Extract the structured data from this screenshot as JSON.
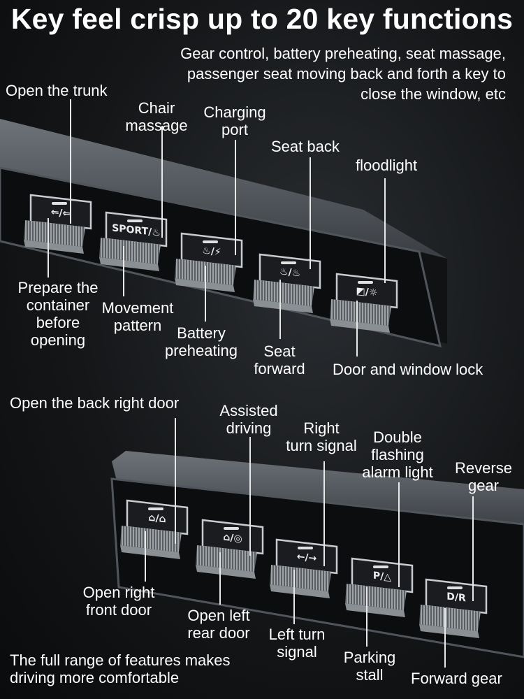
{
  "title": "Key feel crisp up to 20 key functions",
  "subtitle": [
    "Gear control, battery preheating, seat massage,",
    "passenger seat moving back and forth a key to",
    "close the window, etc"
  ],
  "top_labels": {
    "trunk": "Open the trunk",
    "chair_massage": [
      "Chair",
      "massage"
    ],
    "charging_port": [
      "Charging",
      "port"
    ],
    "seat_back": "Seat back",
    "floodlight": "floodlight",
    "prepare": [
      "Prepare the",
      "container",
      "before",
      "opening"
    ],
    "movement": [
      "Movement",
      "pattern"
    ],
    "battery": [
      "Battery",
      "preheating"
    ],
    "seat_forward": [
      "Seat",
      "forward"
    ],
    "door_window_lock": "Door and window lock"
  },
  "bottom_labels": {
    "back_right_door": "Open the back right door",
    "assisted": [
      "Assisted",
      "driving"
    ],
    "right_turn": [
      "Right",
      "turn signal"
    ],
    "double_flash": [
      "Double",
      "flashing",
      "alarm light"
    ],
    "reverse": [
      "Reverse",
      "gear"
    ],
    "right_front_door": [
      "Open right",
      "front door"
    ],
    "left_rear_door": [
      "Open left",
      "rear door"
    ],
    "left_turn": [
      "Left turn",
      "signal"
    ],
    "parking": [
      "Parking",
      "stall"
    ],
    "forward": "Forward gear",
    "footer": [
      "The full range of features makes",
      "driving more comfortable"
    ]
  },
  "top_keys": [
    {
      "glyph": "⇐/⇐",
      "name": "trunk-key"
    },
    {
      "glyph": "SPORT/♨",
      "name": "sport-key"
    },
    {
      "glyph": "♨/⚡",
      "name": "battery-key"
    },
    {
      "glyph": "♨/♨",
      "name": "seat-key"
    },
    {
      "glyph": "◩/☼",
      "name": "floodlight-key"
    }
  ],
  "bottom_keys": [
    {
      "glyph": "⌂/⌂",
      "name": "front-door-key"
    },
    {
      "glyph": "⌂/◎",
      "name": "assist-key"
    },
    {
      "glyph": "←/→",
      "name": "turn-key"
    },
    {
      "glyph": "P/△",
      "name": "parking-key"
    },
    {
      "glyph": "D/R",
      "name": "gear-key"
    }
  ]
}
